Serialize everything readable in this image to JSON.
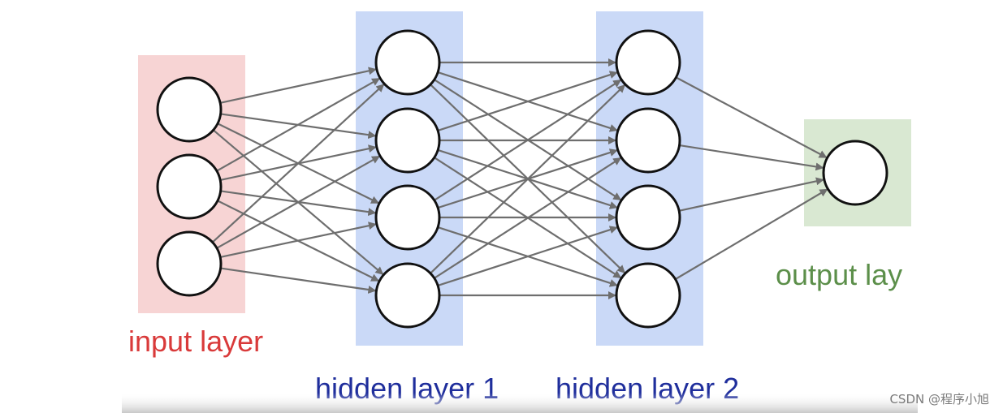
{
  "layers": [
    {
      "id": "input",
      "label": "input layer",
      "node_count": 3,
      "label_color": "#d93a3a",
      "panel_color": "#f7d4d4"
    },
    {
      "id": "hidden1",
      "label": "hidden layer 1",
      "node_count": 4,
      "label_color": "#1f2e9c",
      "panel_color": "#cad9f7"
    },
    {
      "id": "hidden2",
      "label": "hidden layer 2",
      "node_count": 4,
      "label_color": "#1f2e9c",
      "panel_color": "#cad9f7"
    },
    {
      "id": "output",
      "label": "output lay",
      "node_count": 1,
      "label_color": "#5c8f4a",
      "panel_color": "#d9e8d2"
    }
  ],
  "connections": "fully-connected",
  "edge_color": "#6e6e6e",
  "node_fill": "#ffffff",
  "node_stroke": "#111111",
  "watermark": "CSDN @程序小旭"
}
